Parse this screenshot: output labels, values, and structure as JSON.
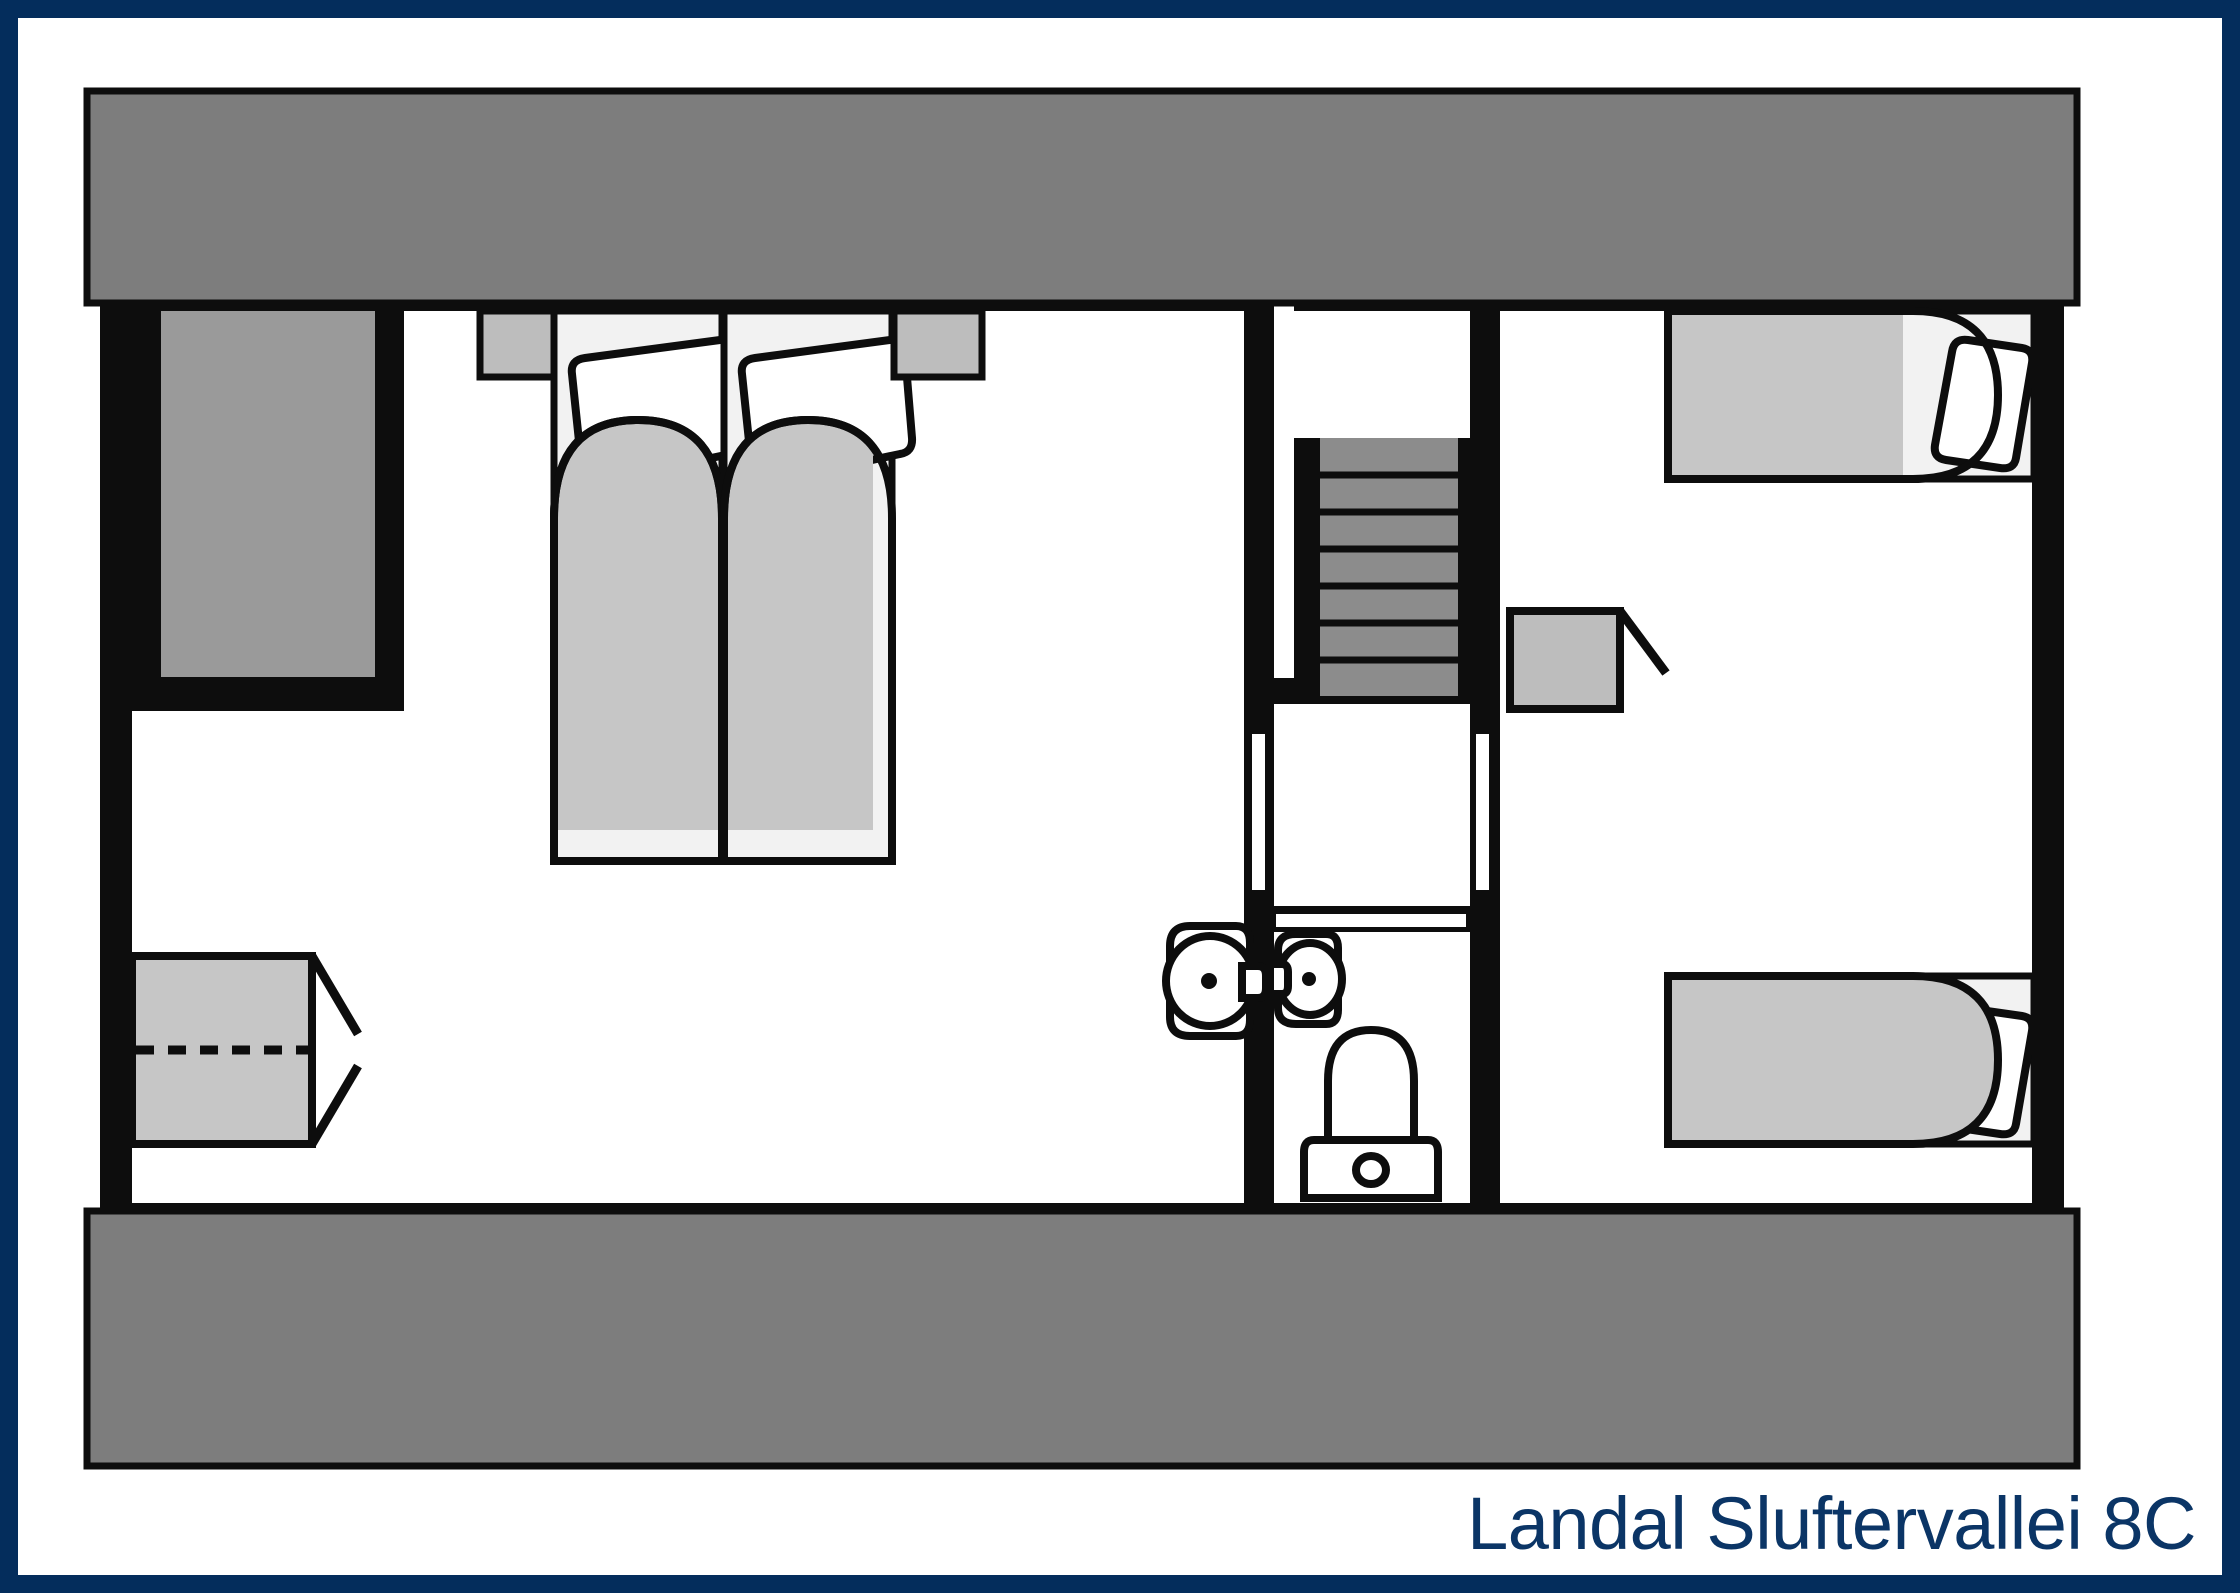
{
  "page": {
    "title": "Landal Sluftervallei 8C",
    "border_color": "#042d5c",
    "background_color": "#ffffff",
    "title_color": "#0b3566"
  },
  "palette": {
    "wall_black": "#0d0d0d",
    "roof_gray": "#7d7d7d",
    "floor_white": "#ffffff",
    "furniture_light_gray": "#c6c6c6",
    "furniture_mid_gray": "#9a9a9a",
    "stair_gray": "#8c8c8c",
    "bed_frame_white": "#f2f2f2"
  },
  "floorplan": {
    "type": "floor-plan",
    "level": "first-floor",
    "rooms": [
      {
        "id": "bedroom-main",
        "name": "Main bedroom (twin beds)",
        "position": "left"
      },
      {
        "id": "landing",
        "name": "Stair landing",
        "position": "center"
      },
      {
        "id": "bathroom",
        "name": "Bathroom / WC",
        "position": "center-lower"
      },
      {
        "id": "bedroom-right",
        "name": "Bedroom right (two single beds)",
        "position": "right"
      }
    ],
    "fixtures": [
      {
        "id": "wardrobe-top-left",
        "name": "Wardrobe / closet",
        "shade": "mid-gray"
      },
      {
        "id": "wardrobe-bottom-left",
        "name": "Double-door wardrobe",
        "shade": "light-gray",
        "doors": 2
      },
      {
        "id": "nightstand-left",
        "name": "Nightstand",
        "shade": "light-gray"
      },
      {
        "id": "nightstand-right",
        "name": "Nightstand",
        "shade": "light-gray"
      },
      {
        "id": "bed-twin-left",
        "name": "Single bed",
        "orientation": "vertical"
      },
      {
        "id": "bed-twin-right",
        "name": "Single bed",
        "orientation": "vertical"
      },
      {
        "id": "staircase",
        "name": "Staircase",
        "treads": 7
      },
      {
        "id": "washbasin-left",
        "name": "Washbasin",
        "side": "landing"
      },
      {
        "id": "washbasin-right",
        "name": "Washbasin",
        "side": "bathroom"
      },
      {
        "id": "toilet",
        "name": "Toilet"
      },
      {
        "id": "cabinet-right",
        "name": "Cabinet with door swing",
        "shade": "light-gray"
      },
      {
        "id": "bed-right-top",
        "name": "Single bed",
        "orientation": "horizontal"
      },
      {
        "id": "bed-right-bottom",
        "name": "Single bed",
        "orientation": "horizontal"
      }
    ],
    "roof_bands": [
      {
        "id": "roof-band-top",
        "position": "top"
      },
      {
        "id": "roof-band-bottom",
        "position": "bottom"
      }
    ]
  }
}
